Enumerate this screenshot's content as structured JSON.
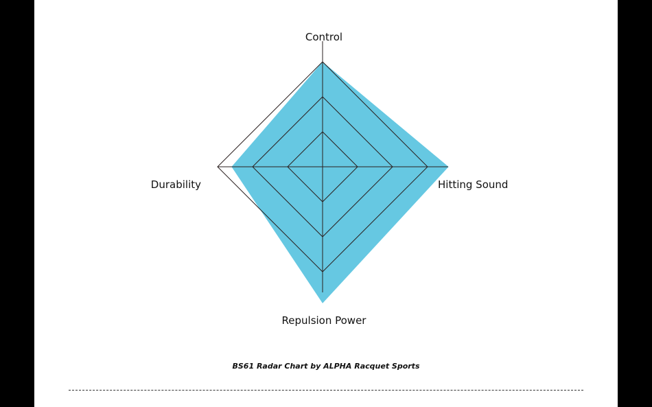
{
  "caption": "BS61 Radar Chart by ALPHA Racquet Sports",
  "colors": {
    "fill": "#66c8e2",
    "grid": "#2a1f1f",
    "background": "#ffffff",
    "frame": "#000000"
  },
  "chart_data": {
    "type": "radar",
    "axes": [
      "Control",
      "Hitting Sound",
      "Repulsion Power",
      "Durability"
    ],
    "rings": [
      1,
      2,
      3
    ],
    "rmax": 3,
    "values": [
      3,
      3.6,
      3.9,
      2.6
    ],
    "grid": true,
    "legend": "none"
  }
}
